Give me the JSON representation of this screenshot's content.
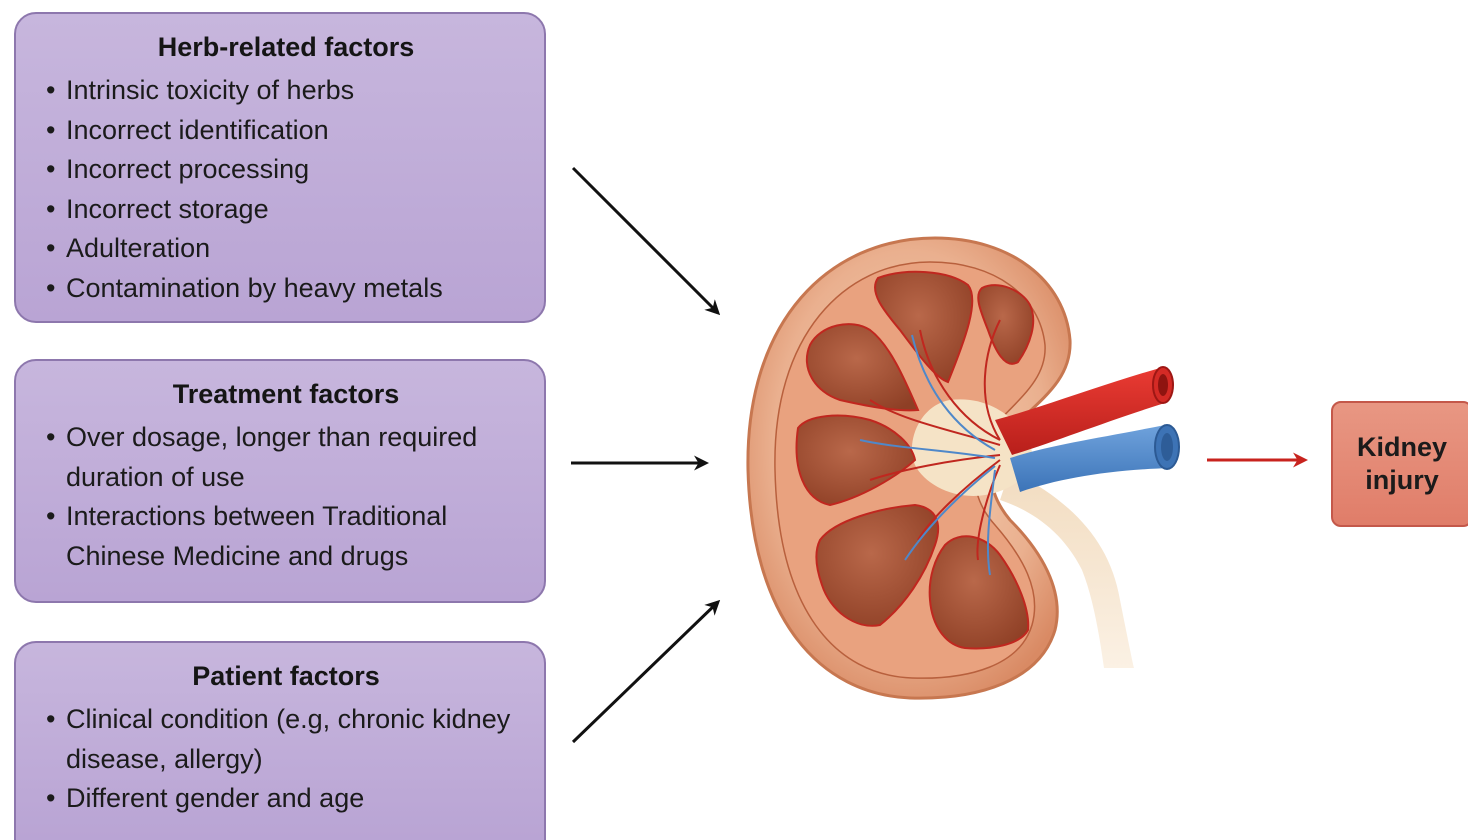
{
  "boxes": {
    "herb": {
      "title": "Herb-related factors",
      "items": [
        "Intrinsic toxicity of herbs",
        "Incorrect identification",
        "Incorrect processing",
        "Incorrect storage",
        "Adulteration",
        "Contamination by heavy metals"
      ]
    },
    "treatment": {
      "title": "Treatment factors",
      "items": [
        "Over dosage, longer than required duration of use",
        "Interactions between Traditional Chinese Medicine and drugs"
      ]
    },
    "patient": {
      "title": "Patient factors",
      "items": [
        "Clinical condition (e.g, chronic kidney disease, allergy)",
        "Different gender and age"
      ]
    }
  },
  "outcome": {
    "label": "Kidney injury"
  },
  "colors": {
    "factor_box_fill": "#b9a4d4",
    "factor_box_border": "#8d77ad",
    "outcome_fill": "#e07d69",
    "outcome_arrow": "#c8231e",
    "artery": "#d42a25",
    "vein": "#4f88c9",
    "kidney_cortex": "#e8a886",
    "pyramid": "#9a4a2e"
  }
}
